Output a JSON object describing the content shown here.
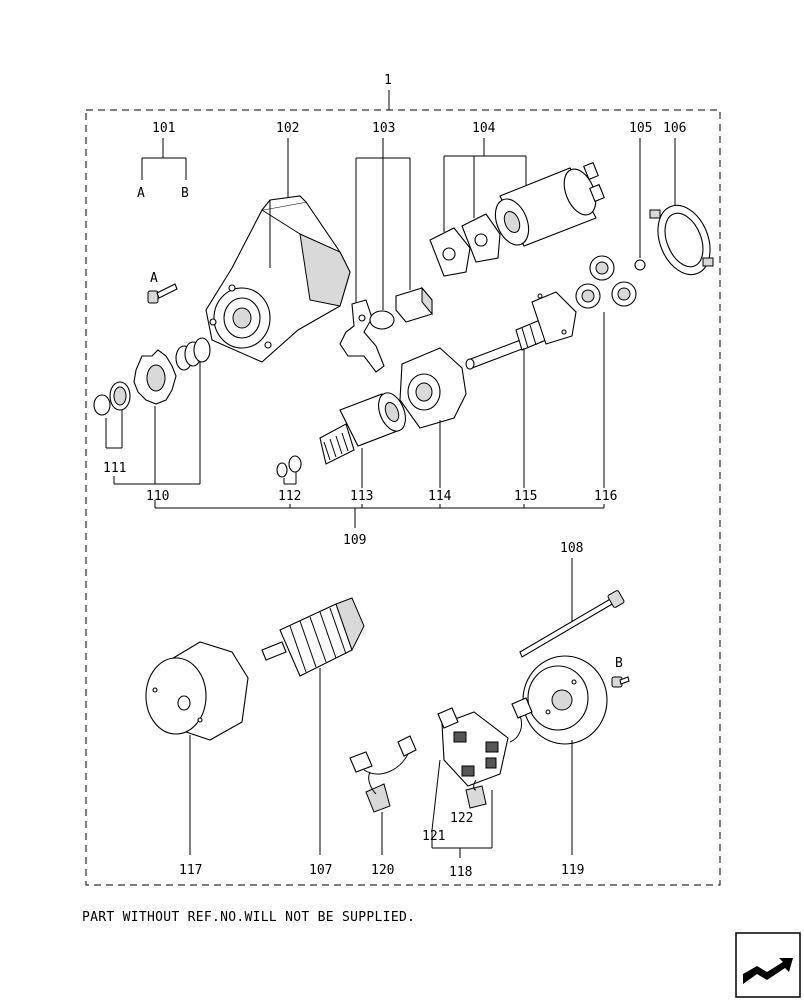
{
  "diagram": {
    "assembly_ref": "1",
    "refs": {
      "r101": "101",
      "r102": "102",
      "r103": "103",
      "r104": "104",
      "r105": "105",
      "r106": "106",
      "r107": "107",
      "r108": "108",
      "r109": "109",
      "r110": "110",
      "r111": "111",
      "r112": "112",
      "r113": "113",
      "r114": "114",
      "r115": "115",
      "r116": "116",
      "r117": "117",
      "r118": "118",
      "r119": "119",
      "r120": "120",
      "r121": "121",
      "r122": "122"
    },
    "markers": {
      "a_top": "A",
      "b_top": "B",
      "a_bolt": "A",
      "b_bolt": "B"
    },
    "note": "PART WITHOUT REF.NO.WILL NOT BE SUPPLIED."
  },
  "navigation": {
    "next_icon": "next-page-arrow-icon"
  }
}
